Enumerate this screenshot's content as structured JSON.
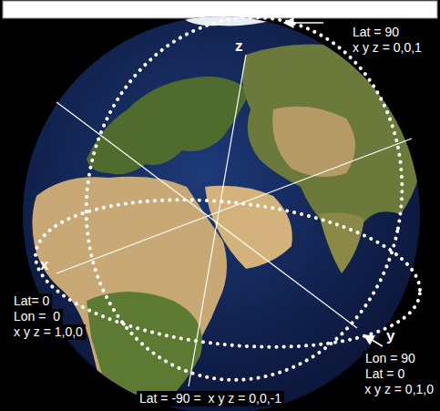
{
  "diagram": {
    "labels": [
      "Lat = 90",
      "x y z = 0,0,1",
      "z",
      "x",
      "Lat= 0",
      "Lon =  0",
      "x y z = 1,0,0",
      "y",
      "Lon = 90",
      "Lat = 0",
      "x y z = 0,1,0",
      "Lat = -90 =  x y z = 0,0,-1"
    ]
  }
}
